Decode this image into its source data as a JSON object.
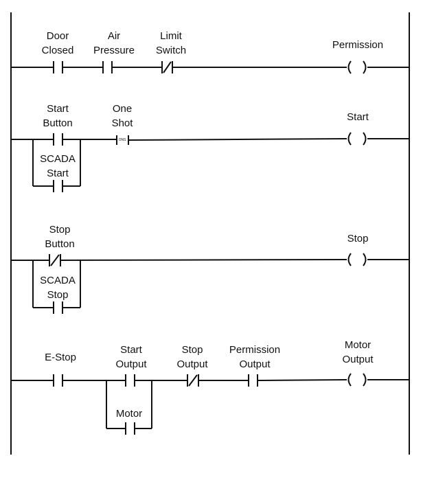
{
  "rung1": {
    "contact1": {
      "line1": "Door",
      "line2": "Closed"
    },
    "contact2": {
      "line1": "Air",
      "line2": "Pressure"
    },
    "contact3": {
      "line1": "Limit",
      "line2": "Switch"
    },
    "coil": "Permission"
  },
  "rung2": {
    "contact1": {
      "line1": "Start",
      "line2": "Button"
    },
    "branch": {
      "line1": "SCADA",
      "line2": "Start"
    },
    "oneshot": {
      "line1": "One",
      "line2": "Shot",
      "tag": "ONS"
    },
    "coil": "Start"
  },
  "rung3": {
    "contact1": {
      "line1": "Stop",
      "line2": "Button"
    },
    "branch": {
      "line1": "SCADA",
      "line2": "Stop"
    },
    "coil": "Stop"
  },
  "rung4": {
    "contact1": "E-Stop",
    "contact2": {
      "line1": "Start",
      "line2": "Output"
    },
    "branch": "Motor",
    "contact3": {
      "line1": "Stop",
      "line2": "Output"
    },
    "contact4": {
      "line1": "Permission",
      "line2": "Output"
    },
    "coil": {
      "line1": "Motor",
      "line2": "Output"
    }
  }
}
